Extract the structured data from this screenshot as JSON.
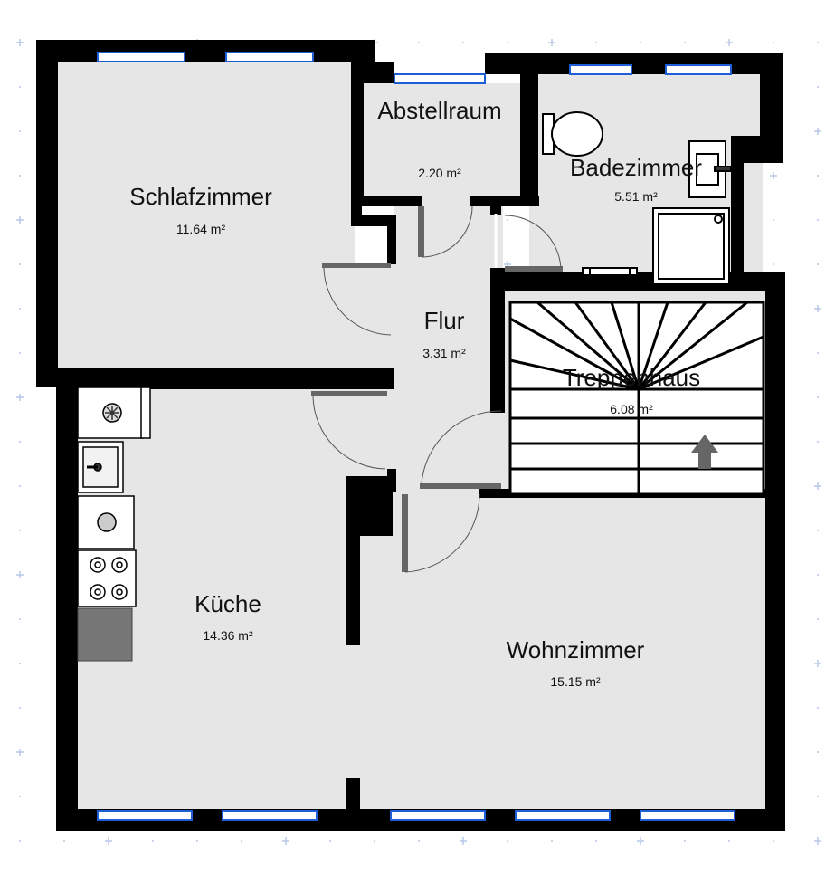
{
  "floor_plan": {
    "rooms": [
      {
        "id": "schlafzimmer",
        "name": "Schlafzimmer",
        "area": "11.64 m²"
      },
      {
        "id": "abstellraum",
        "name": "Abstellraum",
        "area": "2.20 m²"
      },
      {
        "id": "badezimmer",
        "name": "Badezimmer",
        "area": "5.51 m²"
      },
      {
        "id": "flur",
        "name": "Flur",
        "area": "3.31 m²"
      },
      {
        "id": "treppenhaus",
        "name": "Treppenhaus",
        "area": "6.08 m²"
      },
      {
        "id": "kueche",
        "name": "Küche",
        "area": "14.36 m²"
      },
      {
        "id": "wohnzimmer",
        "name": "Wohnzimmer",
        "area": "15.15 m²"
      }
    ],
    "colors": {
      "wall": "#000000",
      "floor": "#e6e6e6",
      "window": "#1f5fd6",
      "door": "#666666",
      "grid_marker": "#b9c7e8"
    },
    "icons": [
      "fridge-icon",
      "sink-icon",
      "dishwasher-icon",
      "stove-icon",
      "toilet-icon",
      "washbasin-icon",
      "shower-icon",
      "towel-rail-icon",
      "stair-direction-arrow-icon"
    ]
  }
}
